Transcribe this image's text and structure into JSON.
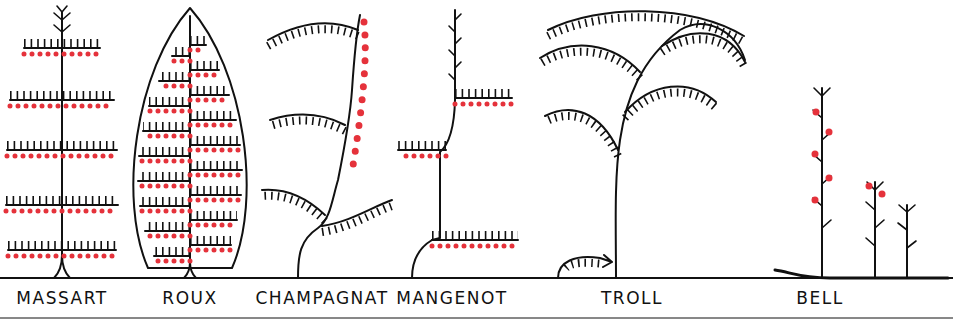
{
  "diagram": {
    "labels": [
      "MASSART",
      "ROUX",
      "CHAMPAGNAT",
      "MANGENOT",
      "TROLL",
      "BELL"
    ]
  }
}
